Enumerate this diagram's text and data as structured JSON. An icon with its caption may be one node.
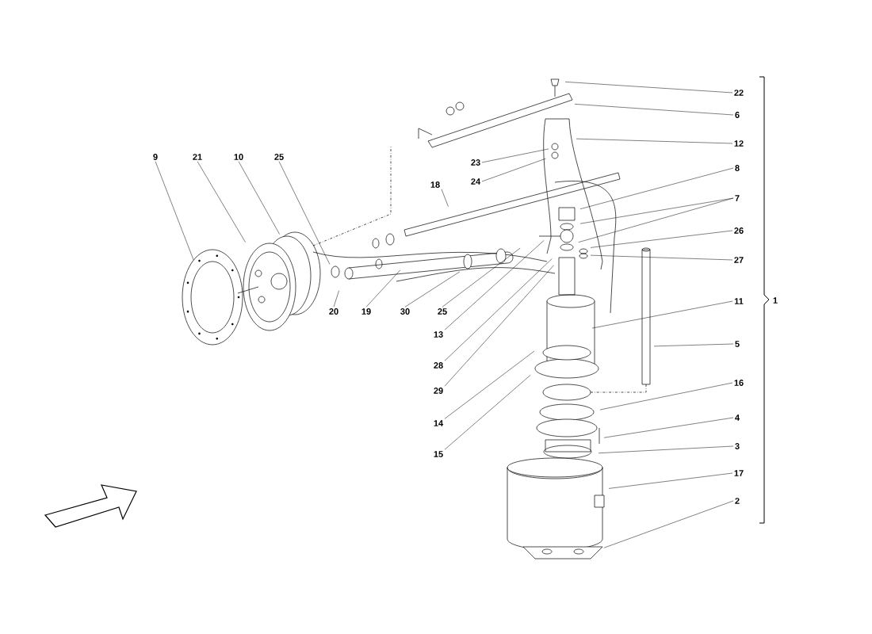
{
  "diagram": {
    "nodes": [
      {
        "text": [
          "9"
        ]
      },
      {
        "text": [
          "21"
        ]
      },
      {
        "text": [
          "10"
        ]
      },
      {
        "text": [
          "25"
        ]
      },
      {
        "text": [
          "20"
        ]
      },
      {
        "text": [
          "19"
        ]
      },
      {
        "text": [
          "30"
        ]
      },
      {
        "text": [
          "25"
        ]
      },
      {
        "text": [
          "13"
        ]
      },
      {
        "text": [
          "28"
        ]
      },
      {
        "text": [
          "29"
        ]
      },
      {
        "text": [
          "14"
        ]
      },
      {
        "text": [
          "15"
        ]
      },
      {
        "text": [
          "18"
        ]
      },
      {
        "text": [
          "23"
        ]
      },
      {
        "text": [
          "24"
        ]
      },
      {
        "text": [
          "22"
        ]
      },
      {
        "text": [
          "6"
        ]
      },
      {
        "text": [
          "12"
        ]
      },
      {
        "text": [
          "8"
        ]
      },
      {
        "text": [
          "7"
        ]
      },
      {
        "text": [
          "26"
        ]
      },
      {
        "text": [
          "27"
        ]
      },
      {
        "text": [
          "11"
        ]
      },
      {
        "text": [
          "5"
        ]
      },
      {
        "text": [
          "16"
        ]
      },
      {
        "text": [
          "4"
        ]
      },
      {
        "text": [
          "3"
        ]
      },
      {
        "text": [
          "17"
        ]
      },
      {
        "text": [
          "2"
        ]
      }
    ],
    "edges": [
      {
        "from": 0,
        "to": null,
        "arrow": "none"
      },
      {
        "from": 1,
        "to": null,
        "arrow": "none"
      },
      {
        "from": 2,
        "to": null,
        "arrow": "none"
      },
      {
        "from": 3,
        "to": null,
        "arrow": "none"
      },
      {
        "from": 4,
        "to": null,
        "arrow": "none"
      },
      {
        "from": 5,
        "to": null,
        "arrow": "none"
      },
      {
        "from": 6,
        "to": null,
        "arrow": "none"
      },
      {
        "from": 7,
        "to": null,
        "arrow": "none"
      },
      {
        "from": 8,
        "to": null,
        "arrow": "none"
      },
      {
        "from": 9,
        "to": null,
        "arrow": "none"
      },
      {
        "from": 10,
        "to": null,
        "arrow": "none"
      },
      {
        "from": 11,
        "to": null,
        "arrow": "none"
      },
      {
        "from": 12,
        "to": null,
        "arrow": "none"
      },
      {
        "from": 13,
        "to": null,
        "arrow": "none"
      },
      {
        "from": 14,
        "to": null,
        "arrow": "none"
      },
      {
        "from": 15,
        "to": null,
        "arrow": "none"
      },
      {
        "from": 16,
        "to": null,
        "arrow": "none"
      },
      {
        "from": 17,
        "to": null,
        "arrow": "none"
      },
      {
        "from": 18,
        "to": null,
        "arrow": "none"
      },
      {
        "from": 19,
        "to": null,
        "arrow": "none"
      },
      {
        "from": 20,
        "to": null,
        "arrow": "none"
      },
      {
        "from": 20,
        "to": null,
        "arrow": "none"
      },
      {
        "from": 21,
        "to": null,
        "arrow": "none"
      },
      {
        "from": 22,
        "to": null,
        "arrow": "none"
      },
      {
        "from": 23,
        "to": null,
        "arrow": "none"
      },
      {
        "from": 24,
        "to": null,
        "arrow": "none"
      },
      {
        "from": 25,
        "to": null,
        "arrow": "none"
      },
      {
        "from": 26,
        "to": null,
        "arrow": "none"
      },
      {
        "from": 27,
        "to": null,
        "arrow": "none"
      },
      {
        "from": 28,
        "to": null,
        "arrow": "none"
      },
      {
        "from": 29,
        "to": null,
        "arrow": "none"
      }
    ],
    "labels": [
      "1"
    ]
  }
}
